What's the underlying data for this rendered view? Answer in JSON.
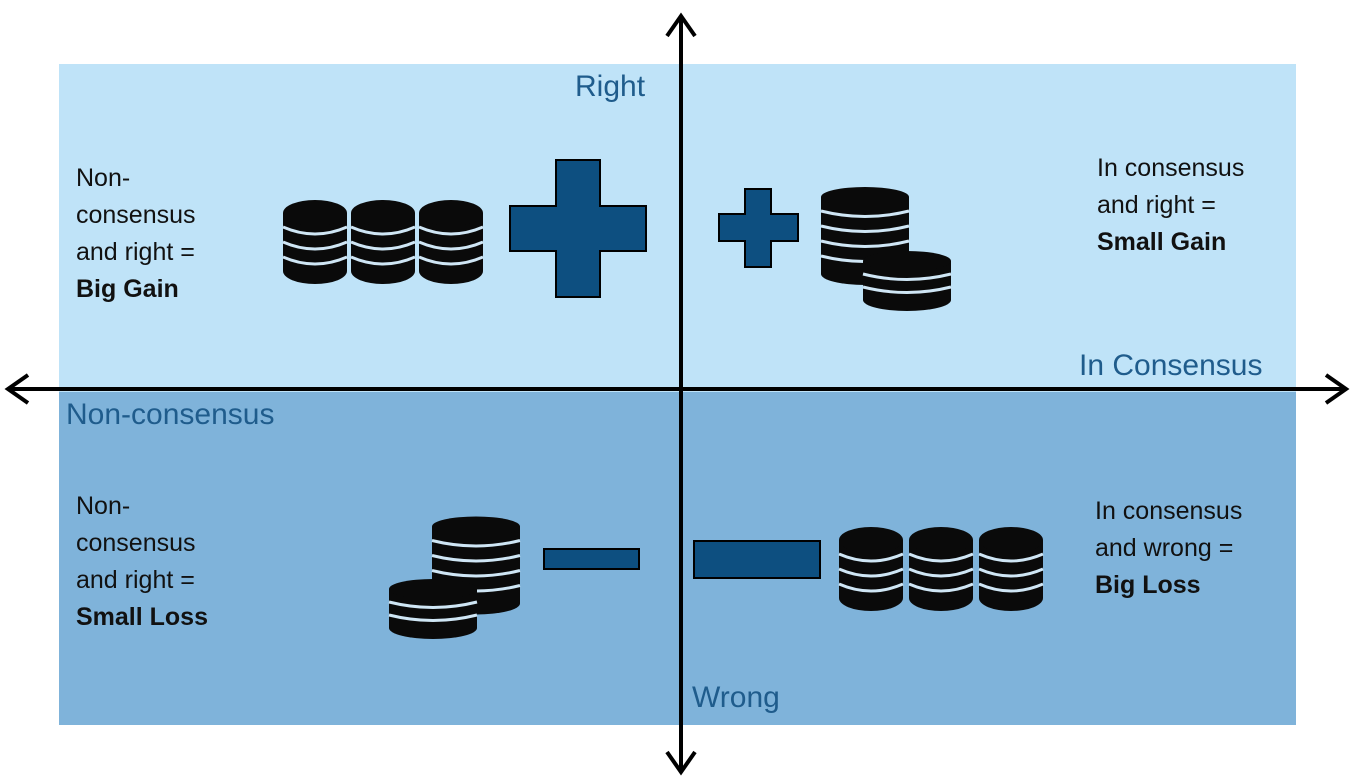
{
  "axes": {
    "top": "Right",
    "bottom": "Wrong",
    "left": "Non-consensus",
    "right": "In Consensus"
  },
  "quadrants": {
    "top_left": {
      "lines": [
        "Non-",
        "consensus",
        "and right ="
      ],
      "bold": "Big Gain",
      "sign": "plus",
      "size": "large",
      "coins": 3
    },
    "top_right": {
      "lines": [
        "In consensus",
        "and right ="
      ],
      "bold": "Small Gain",
      "sign": "plus",
      "size": "small",
      "coins": 2
    },
    "bottom_left": {
      "lines": [
        "Non-",
        "consensus",
        "and right ="
      ],
      "bold": "Small Loss",
      "sign": "minus",
      "size": "small",
      "coins": 2
    },
    "bottom_right": {
      "lines": [
        "In consensus",
        "and wrong ="
      ],
      "bold": "Big Loss",
      "sign": "minus",
      "size": "large",
      "coins": 3
    }
  },
  "colors": {
    "top_background": "#bfe3f8",
    "bottom_background": "#7fb3da",
    "sign_fill": "#0d4f80",
    "label_color": "#1f5c8c",
    "coin_fill": "#0a0a0a"
  },
  "icons": [
    "coin-stack-icon",
    "plus-icon",
    "minus-icon",
    "arrow-icon"
  ]
}
